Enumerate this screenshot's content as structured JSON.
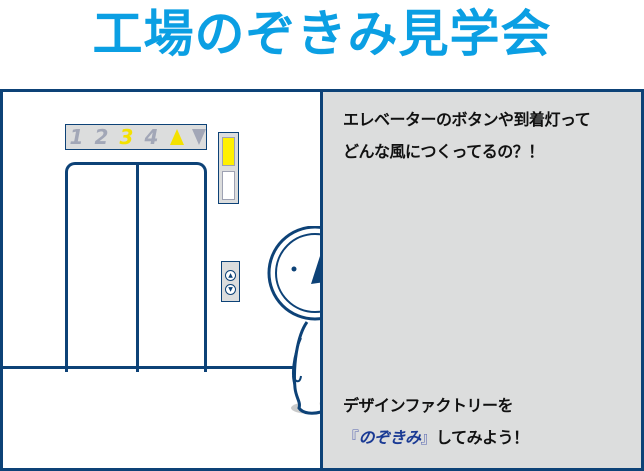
{
  "title": "工場のぞきみ見学会",
  "scene": {
    "floor_indicator": {
      "floors": [
        "1",
        "2",
        "3",
        "4"
      ],
      "current_floor": "3",
      "up_arrow_lit": true,
      "down_arrow_lit": false
    },
    "hall_lantern": {
      "up_lit": true,
      "down_lit": false
    },
    "call_buttons": {
      "up_symbol": "▲",
      "down_symbol": "▼"
    }
  },
  "panel": {
    "top_line1": "エレベーターのボタンや到着灯って",
    "top_line2": "どんな風につくってるの？！",
    "bottom_line1": "デザインファクトリーを",
    "bottom_open_bracket": "『",
    "bottom_highlight": "のぞきみ",
    "bottom_close_bracket": "』",
    "bottom_line2_rest": "してみよう！"
  },
  "colors": {
    "title": "#0b9fe3",
    "frame": "#0d4277",
    "panel_bg": "#dcdddd",
    "lit_yellow": "#f4e100",
    "unlit_gray": "#a2a7b7",
    "highlight_text": "#1a3a94"
  }
}
